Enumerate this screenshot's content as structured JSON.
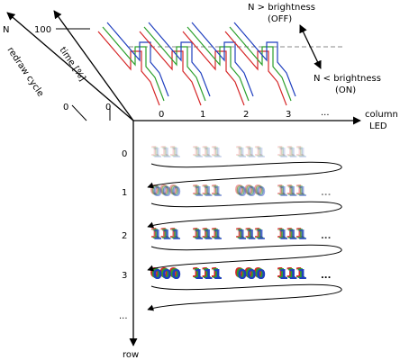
{
  "axes": {
    "column": "column",
    "led": "LED",
    "row": "row",
    "time": "time [%]",
    "redraw": "redraw cycle"
  },
  "ticks": {
    "n": "N",
    "zero_redraw": "0",
    "hundred": "100",
    "zero_time": "0"
  },
  "columns": [
    "0",
    "1",
    "2",
    "3"
  ],
  "col_ellipsis": "...",
  "rows": [
    "0",
    "1",
    "2",
    "3"
  ],
  "row_ellipsis": "...",
  "annotations": {
    "upper": "N > brightness",
    "upper_state": "(OFF)",
    "lower": "N < brightness",
    "lower_state": "(ON)"
  },
  "cells": [
    [
      "111",
      "111",
      "111",
      "111"
    ],
    [
      "000",
      "111",
      "000",
      "111"
    ],
    [
      "111",
      "111",
      "111",
      "111"
    ],
    [
      "000",
      "111",
      "000",
      "111"
    ]
  ],
  "row_trailer": [
    "",
    "...",
    "...",
    "..."
  ],
  "row_intensity": [
    0.18,
    0.45,
    0.75,
    1.0
  ],
  "colors": {
    "red": "#d62728",
    "green": "#2ca02c",
    "blue": "#1f3fbf",
    "threshold": "#888888"
  }
}
